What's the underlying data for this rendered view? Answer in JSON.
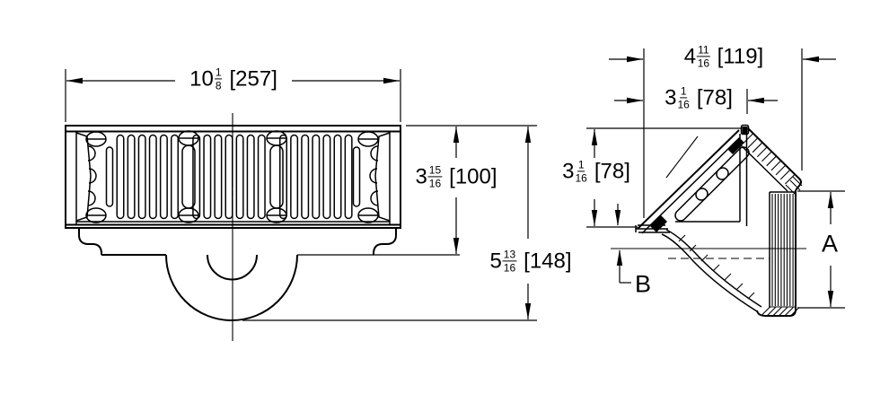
{
  "drawing": {
    "type": "engineering-dimension-drawing",
    "views": {
      "front": "floor-drain front view with slotted grate and dome outlet",
      "side": "45-degree angle section view with threaded outlet"
    },
    "dimensions": {
      "overall_width": {
        "whole": "10",
        "num": "1",
        "den": "8",
        "metric": "[257]"
      },
      "grate_height": {
        "whole": "3",
        "num": "15",
        "den": "16",
        "metric": "[100]"
      },
      "overall_height": {
        "whole": "5",
        "num": "13",
        "den": "16",
        "metric": "[148]"
      },
      "side_depth": {
        "whole": "4",
        "num": "11",
        "den": "16",
        "metric": "[119]"
      },
      "side_top_width": {
        "whole": "3",
        "num": "1",
        "den": "16",
        "metric": "[78]"
      },
      "side_face_height": {
        "whole": "3",
        "num": "1",
        "den": "16",
        "metric": "[78]"
      }
    },
    "labels": {
      "outlet": "A",
      "invert": "B"
    },
    "line_color": "#000000",
    "background": "#ffffff"
  }
}
